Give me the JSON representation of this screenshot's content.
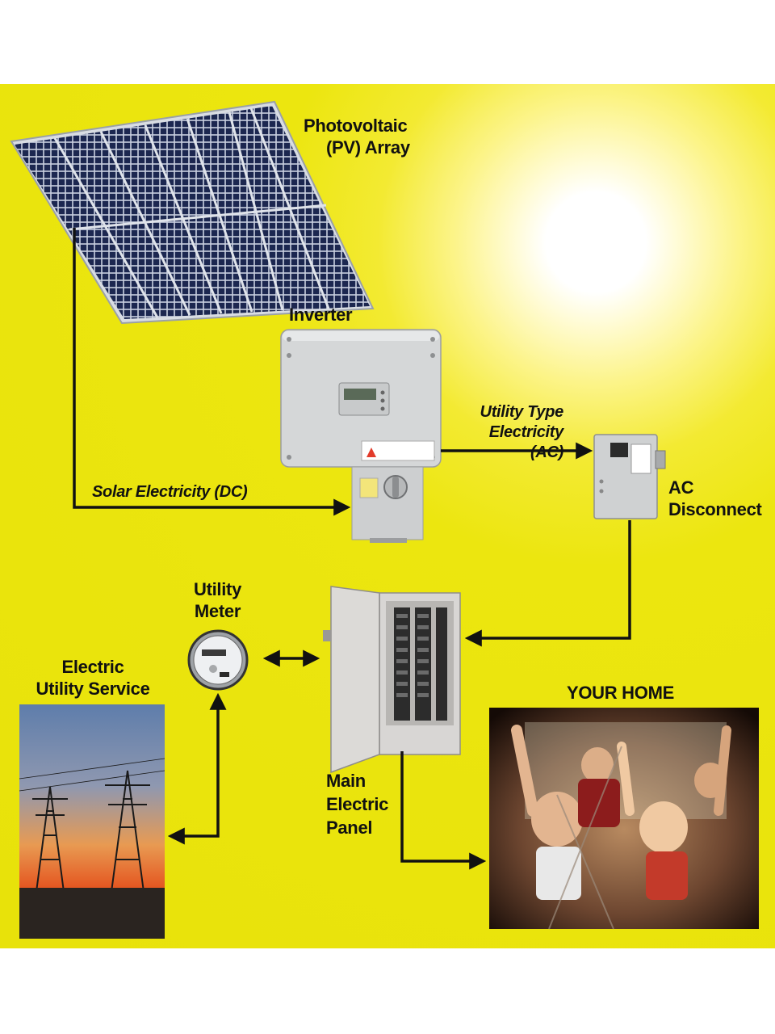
{
  "labels": {
    "pv_array_line1": "Photovoltaic",
    "pv_array_line2": "(PV) Array",
    "inverter": "Inverter",
    "solar_dc": "Solar Electricity (DC)",
    "utility_ac_line1": "Utility Type",
    "utility_ac_line2": "Electricity (AC)",
    "ac_disconnect_line1": "AC",
    "ac_disconnect_line2": "Disconnect",
    "utility_meter_line1": "Utility",
    "utility_meter_line2": "Meter",
    "electric_utility_line1": "Electric",
    "electric_utility_line2": "Utility Service",
    "main_panel_line1": "Main",
    "main_panel_line2": "Electric",
    "main_panel_line3": "Panel",
    "your_home": "YOUR HOME"
  },
  "colors": {
    "background_yellow": "#ece60f",
    "sun_center": "#ffffff",
    "arrow": "#111111",
    "solar_cell": "#1c2750",
    "panel_frame": "#cfd3da",
    "device_gray": "#d4d6d6"
  }
}
